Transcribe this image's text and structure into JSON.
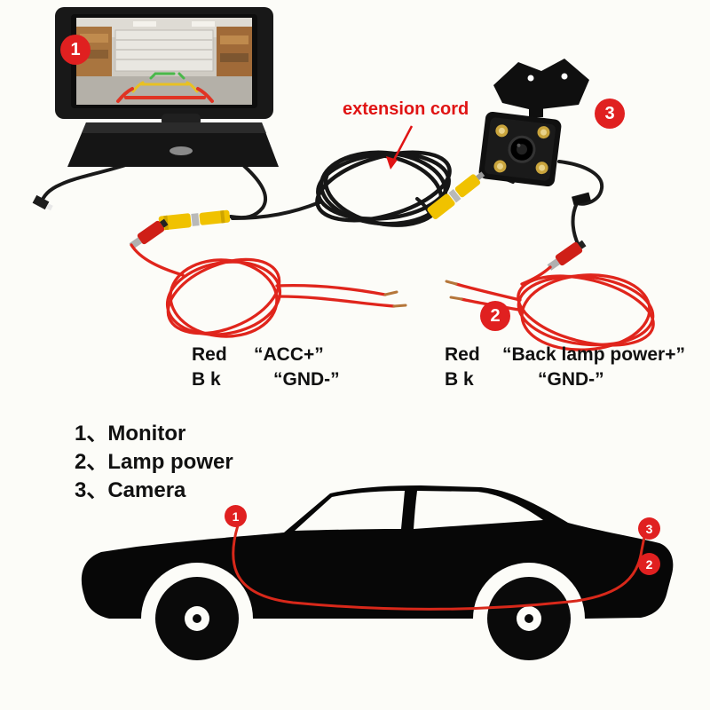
{
  "diagram": {
    "extension_cord_label": "extension cord",
    "badges": {
      "monitor": "1",
      "lamp_power": "2",
      "camera": "3"
    },
    "left_labels": {
      "red": "Red",
      "bk": "B k",
      "acc": "“ACC+”",
      "gnd": "“GND-”"
    },
    "right_labels": {
      "red": "Red",
      "bk": "B k",
      "power": "“Back lamp power+”",
      "gnd": "“GND-”"
    }
  },
  "legend": {
    "items": [
      {
        "text": "1、Monitor"
      },
      {
        "text": "2、Lamp power"
      },
      {
        "text": "3、Camera"
      }
    ]
  },
  "car": {
    "badges": {
      "monitor": "1",
      "camera": "3",
      "lamp_power": "2"
    }
  },
  "colors": {
    "badge_red": "#e02020",
    "wire_red": "#e0251c",
    "rca_yellow": "#f0c200",
    "label_red": "#e01414",
    "car_black": "#070707",
    "background": "#fcfcf8"
  }
}
